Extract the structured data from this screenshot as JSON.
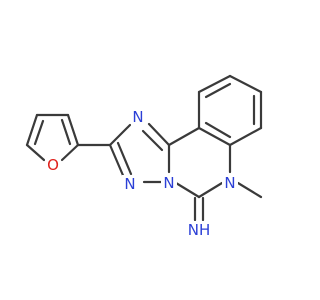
{
  "molecule": {
    "atoms": {
      "n1": {
        "symbol": "N",
        "color": "#2b3fd6"
      },
      "n2": {
        "symbol": "N",
        "color": "#2b3fd6"
      },
      "n3": {
        "symbol": "N",
        "color": "#2b3fd6"
      },
      "n4": {
        "symbol": "N",
        "color": "#2b3fd6"
      },
      "o1": {
        "symbol": "O",
        "color": "#e0201b"
      },
      "nh": {
        "symbol": "NH",
        "color": "#2b3fd6"
      }
    },
    "bond_color": "#3a3a3a"
  }
}
